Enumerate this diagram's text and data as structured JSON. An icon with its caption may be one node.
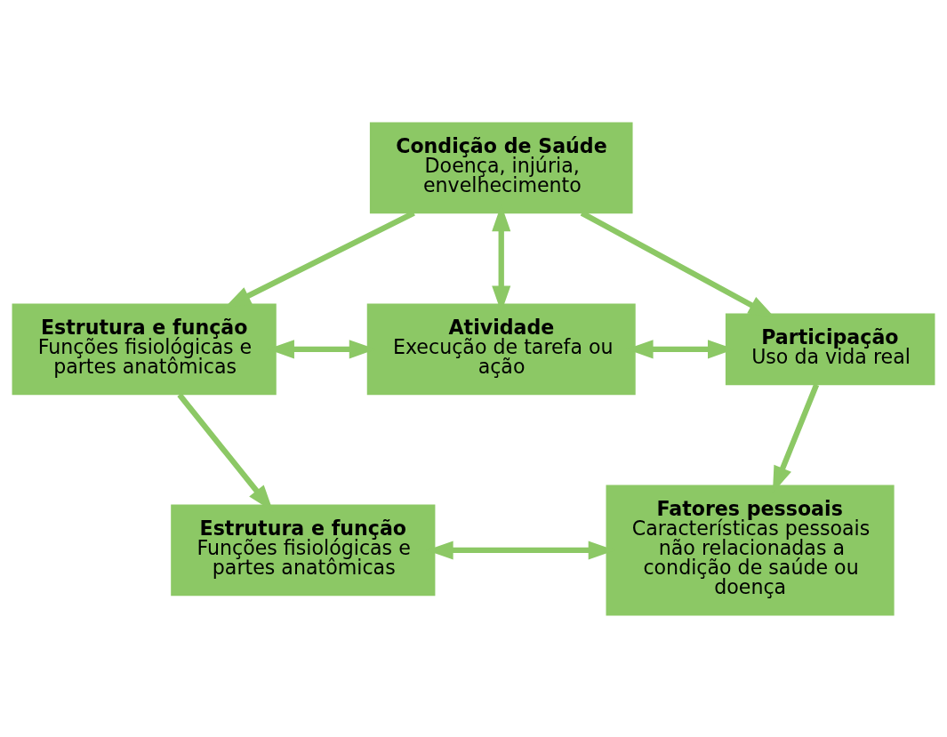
{
  "diagram": {
    "nodes": [
      {
        "text": [
          "Condição de Saúde",
          "Doença, injúria, envelhecimento"
        ]
      },
      {
        "text": [
          "Estrutura e função",
          "Funções fisiológicas e partes anatômicas"
        ]
      },
      {
        "text": [
          "Participação",
          "Uso da vida real"
        ]
      },
      {
        "text": [
          "Atividade",
          "Execução de tarefa ou ação"
        ]
      },
      {
        "text": [
          "Estrutura e função",
          "Funções fisiológicas e partes anatômicas"
        ]
      },
      {
        "text": [
          "Fatores pessoais",
          "Características pessoais não relacionadas a condição de saúde ou doença"
        ]
      }
    ],
    "edges": [
      {
        "from": 0,
        "to": 1,
        "arrow": "to"
      },
      {
        "from": 0,
        "to": 2,
        "arrow": "to"
      },
      {
        "from": 0,
        "to": 3,
        "arrow": "both"
      },
      {
        "from": 1,
        "to": 3,
        "arrow": "both"
      },
      {
        "from": 1,
        "to": 4,
        "arrow": "to"
      },
      {
        "from": 3,
        "to": 2,
        "arrow": "both"
      },
      {
        "from": 2,
        "to": 5,
        "arrow": "to"
      },
      {
        "from": 4,
        "to": 5,
        "arrow": "both"
      }
    ]
  }
}
